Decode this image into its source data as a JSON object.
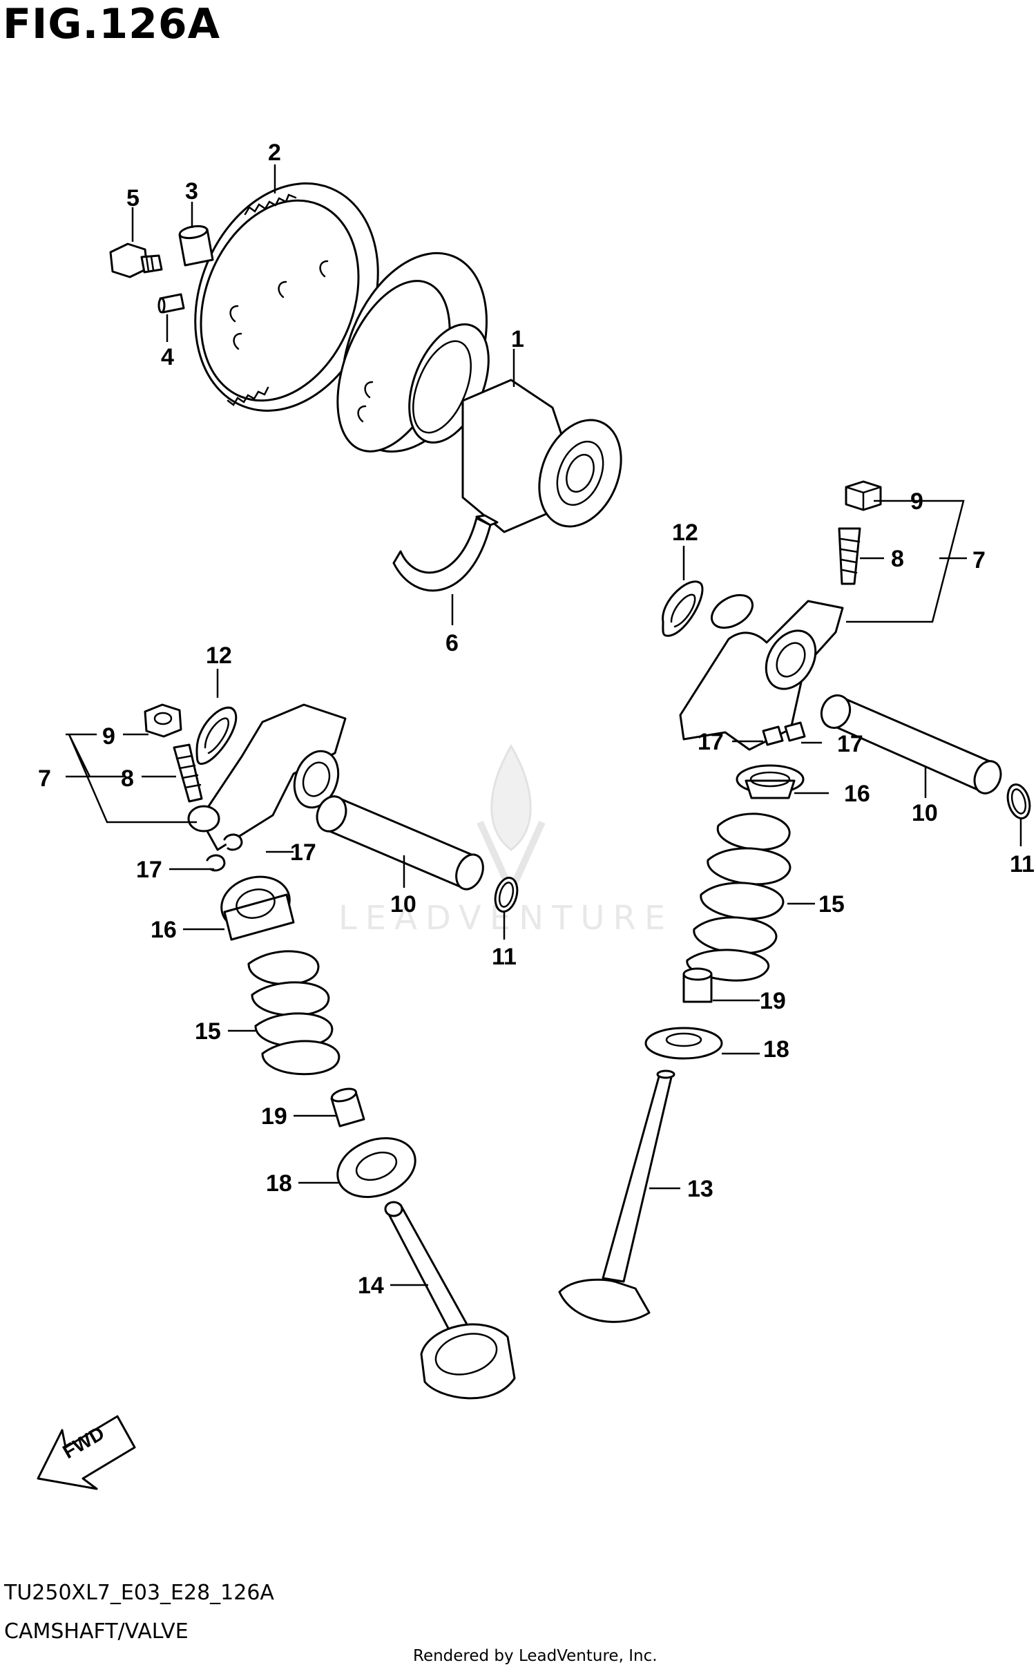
{
  "figure": {
    "title": "FIG.126A",
    "code": "TU250XL7_E03_E28_126A",
    "name": "CAMSHAFT/VALVE",
    "rendered_by": "Rendered by LeadVenture, Inc.",
    "watermark": "LEADVENTURE",
    "fwd_label": "FWD"
  },
  "callouts": {
    "c1": "1",
    "c2": "2",
    "c3": "3",
    "c4": "4",
    "c5": "5",
    "c6": "6",
    "c7a": "7",
    "c7b": "7",
    "c8a": "8",
    "c8b": "8",
    "c9a": "9",
    "c9b": "9",
    "c10a": "10",
    "c10b": "10",
    "c11a": "11",
    "c11b": "11",
    "c12a": "12",
    "c12b": "12",
    "c13": "13",
    "c14": "14",
    "c15a": "15",
    "c15b": "15",
    "c16a": "16",
    "c16b": "16",
    "c17a": "17",
    "c17b": "17",
    "c17c": "17",
    "c17d": "17",
    "c18a": "18",
    "c18b": "18",
    "c19a": "19",
    "c19b": "19"
  }
}
